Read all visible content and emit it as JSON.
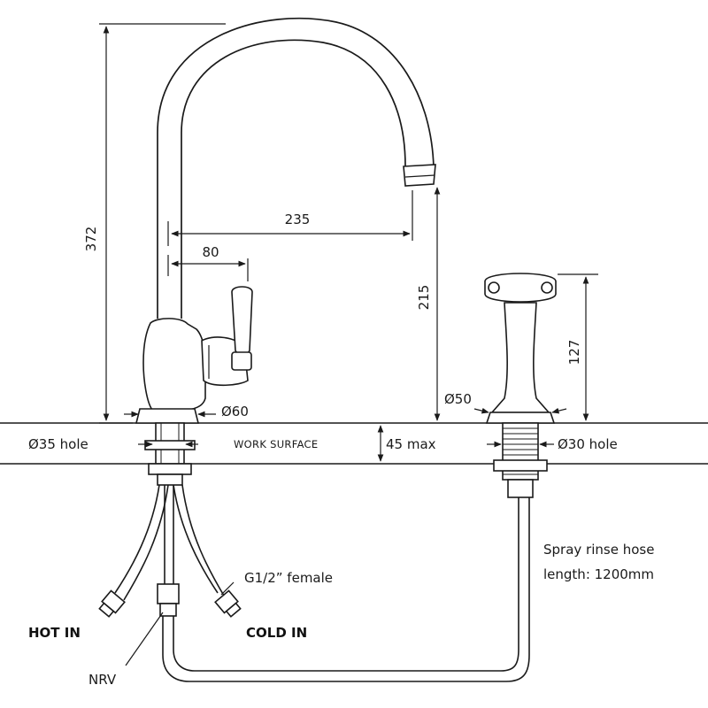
{
  "dimensions": {
    "height_total": "372",
    "reach": "235",
    "handle_offset": "80",
    "spout_height": "215",
    "spray_height": "127",
    "spray_base_dia": "Ø50",
    "tap_base_dia": "Ø60",
    "tap_hole": "Ø35 hole",
    "spray_hole": "Ø30 hole",
    "worktop_thickness": "45 max"
  },
  "labels": {
    "work_surface": "WORK SURFACE",
    "hose_line1": "Spray rinse hose",
    "hose_line2": "length: 1200mm",
    "thread": "G1/2” female",
    "hot_in": "HOT IN",
    "cold_in": "COLD IN",
    "nrv": "NRV"
  }
}
